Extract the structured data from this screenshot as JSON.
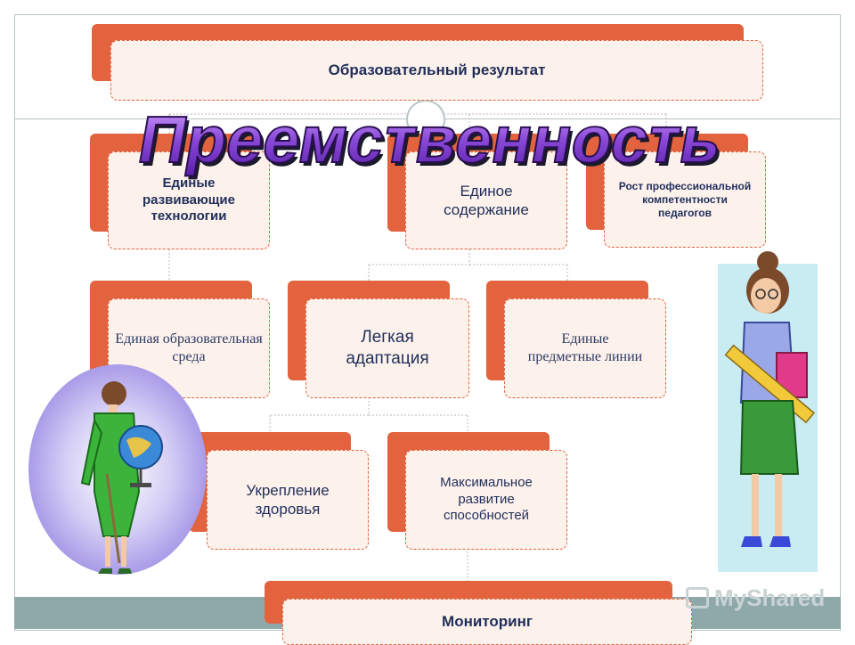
{
  "nodes": {
    "result": "Образовательный результат",
    "technologies": "Единые развивающие технологии",
    "content": "Единое содержание",
    "growth": "Рост профессиональной компетентности педагогов",
    "environment": "Единая образовательная среда",
    "adaptation": "Легкая адаптация",
    "subject_lines": "Единые предметные линии",
    "health": "Укрепление здоровья",
    "abilities": "Максимальное развитие способностей",
    "monitoring": "Мониторинг"
  },
  "title_art": "Преемственность",
  "watermark": "MyShared",
  "colors": {
    "accent": "#e2633e",
    "card_fill": "#fdf1ec",
    "text": "#1f2f5a",
    "title_purple": "#8a4ad8"
  }
}
